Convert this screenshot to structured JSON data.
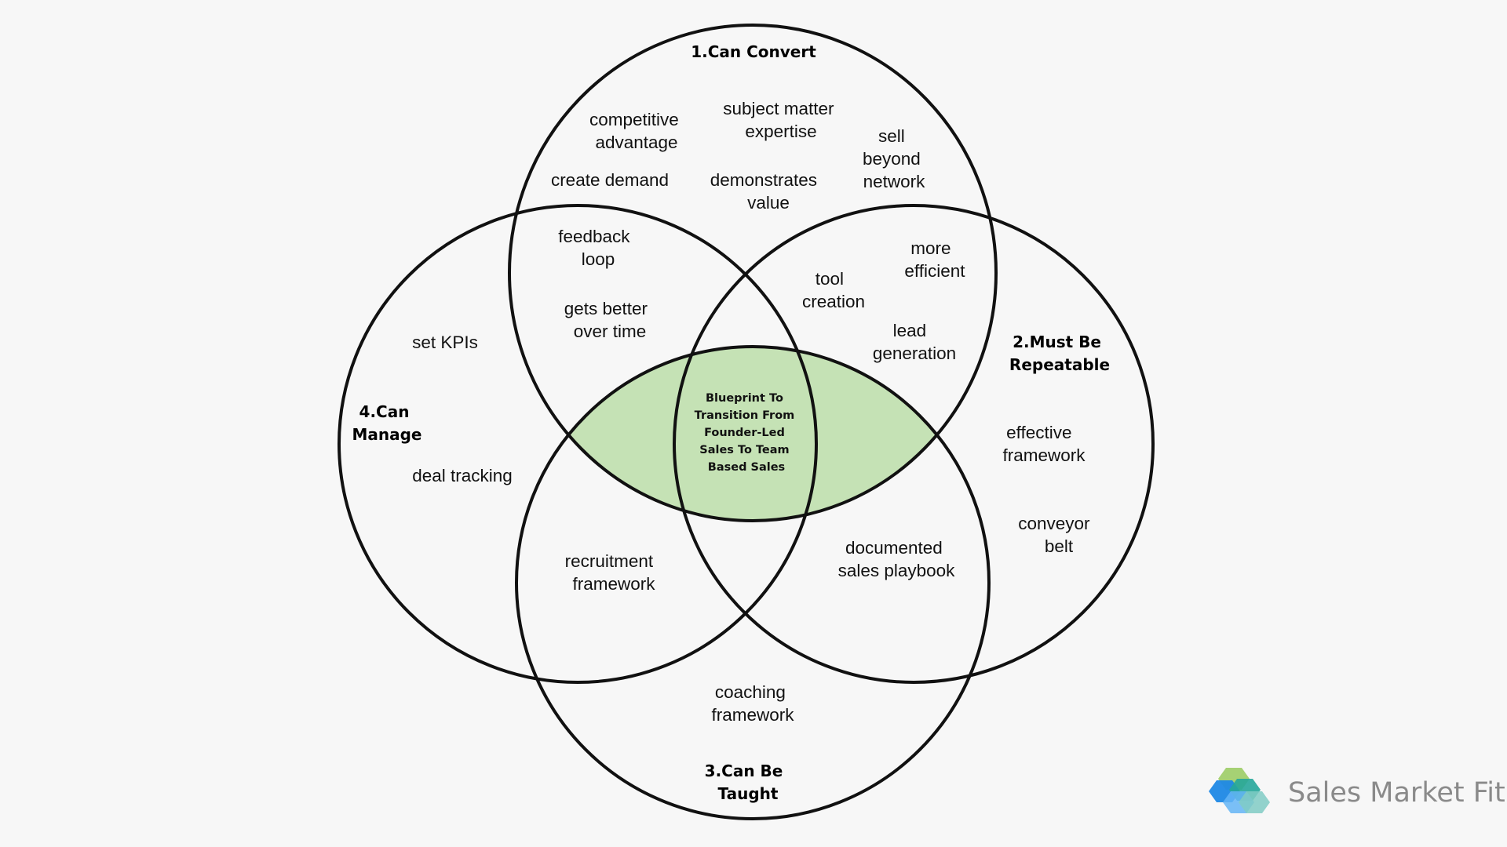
{
  "colors": {
    "background": "#f7f7f7",
    "circle_stroke": "#111111",
    "center_fill": "#c5e2b5",
    "logo_blue": "#1e88e5",
    "logo_green": "#43a047",
    "logo_light_green": "#9ccc65",
    "logo_teal": "#26a69a",
    "logo_light_blue": "#64b5f6",
    "brand_text": "#8a8a8a"
  },
  "diagram": {
    "circles": {
      "can_convert": {
        "title": [
          "1.Can Convert"
        ],
        "items": [
          [
            "competitive",
            "advantage"
          ],
          [
            "subject matter",
            "expertise"
          ],
          [
            "sell",
            "beyond",
            "network"
          ],
          [
            "create demand"
          ],
          [
            "demonstrates",
            "value"
          ]
        ]
      },
      "must_be_repeatable": {
        "title": [
          "2.Must Be",
          "Repeatable"
        ],
        "items": [
          [
            "effective",
            "framework"
          ],
          [
            "conveyor",
            "belt"
          ]
        ]
      },
      "can_be_taught": {
        "title": [
          "3.Can Be",
          "Taught"
        ],
        "items": [
          [
            "coaching",
            "framework"
          ]
        ]
      },
      "can_manage": {
        "title": [
          "4.Can",
          "Manage"
        ],
        "items": [
          [
            "set KPIs"
          ],
          [
            "deal tracking"
          ]
        ]
      }
    },
    "overlaps": {
      "convert_manage": [
        [
          "feedback",
          "loop"
        ],
        [
          "gets better",
          "over time"
        ]
      ],
      "convert_repeatable": [
        [
          "more",
          "efficient"
        ],
        [
          "tool",
          "creation"
        ],
        [
          "lead",
          "generation"
        ]
      ],
      "manage_taught": [
        [
          "recruitment",
          "framework"
        ]
      ],
      "repeatable_taught": [
        [
          "documented",
          "sales playbook"
        ]
      ]
    },
    "center": [
      "Blueprint To",
      "Transition From",
      "Founder-Led",
      "Sales To Team",
      "Based Sales"
    ]
  },
  "brand": {
    "name": "Sales Market Fit",
    "logo_icon": "hexagon-cluster-logo-icon"
  }
}
